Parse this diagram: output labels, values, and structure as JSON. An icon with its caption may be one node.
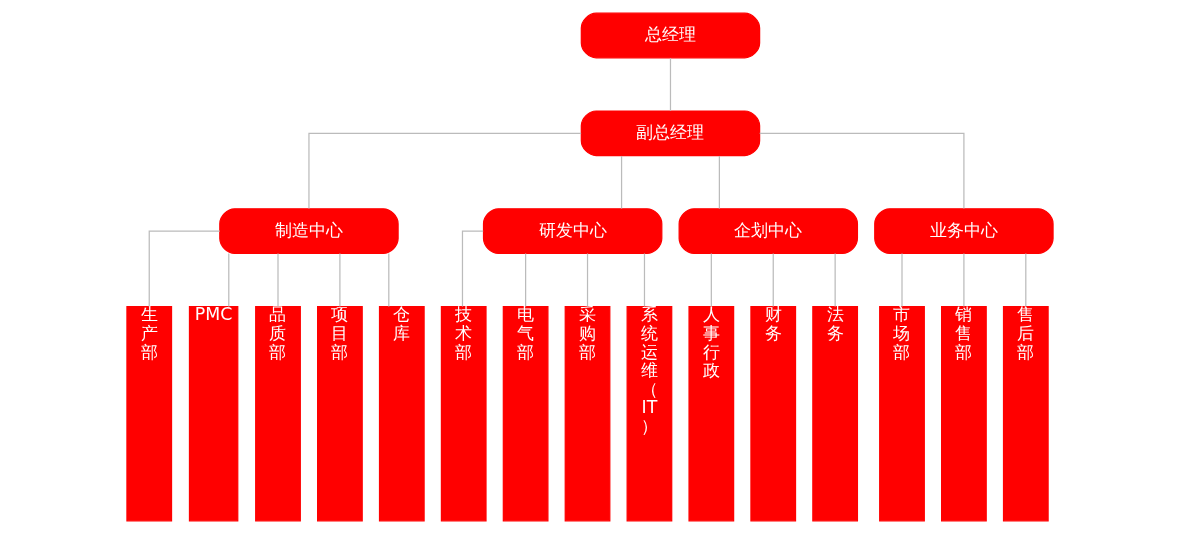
{
  "diagram": {
    "nodes": [
      {
        "text": [
          "总经理"
        ]
      },
      {
        "text": [
          "副总经理"
        ]
      },
      {
        "text": [
          "制造中心"
        ]
      },
      {
        "text": [
          "研发中心"
        ]
      },
      {
        "text": [
          "企划中心"
        ]
      },
      {
        "text": [
          "业务中心"
        ]
      },
      {
        "text": [
          "生产部"
        ]
      },
      {
        "text": [
          "PMC"
        ]
      },
      {
        "text": [
          "品质部"
        ]
      },
      {
        "text": [
          "项目部"
        ]
      },
      {
        "text": [
          "仓库"
        ]
      },
      {
        "text": [
          "技术部"
        ]
      },
      {
        "text": [
          "电气部"
        ]
      },
      {
        "text": [
          "采购部"
        ]
      },
      {
        "text": [
          "系统运维（IT）"
        ]
      },
      {
        "text": [
          "人事行政"
        ]
      },
      {
        "text": [
          "财务"
        ]
      },
      {
        "text": [
          "法务"
        ]
      },
      {
        "text": [
          "市场部"
        ]
      },
      {
        "text": [
          "销售部"
        ]
      },
      {
        "text": [
          "售后部"
        ]
      }
    ],
    "edges": [
      {
        "from": 0,
        "to": 1,
        "arrow": "none"
      },
      {
        "from": 1,
        "to": 2,
        "arrow": "none"
      },
      {
        "from": 1,
        "to": 3,
        "arrow": "none"
      },
      {
        "from": 1,
        "to": 4,
        "arrow": "none"
      },
      {
        "from": 1,
        "to": 5,
        "arrow": "none"
      },
      {
        "from": 2,
        "to": 6,
        "arrow": "none"
      },
      {
        "from": 2,
        "to": 7,
        "arrow": "none"
      },
      {
        "from": 2,
        "to": 8,
        "arrow": "none"
      },
      {
        "from": 2,
        "to": 9,
        "arrow": "none"
      },
      {
        "from": 2,
        "to": 10,
        "arrow": "none"
      },
      {
        "from": 3,
        "to": 11,
        "arrow": "none"
      },
      {
        "from": 3,
        "to": 12,
        "arrow": "none"
      },
      {
        "from": 3,
        "to": 13,
        "arrow": "none"
      },
      {
        "from": 3,
        "to": 14,
        "arrow": "none"
      },
      {
        "from": 4,
        "to": 15,
        "arrow": "none"
      },
      {
        "from": 4,
        "to": 16,
        "arrow": "none"
      },
      {
        "from": 4,
        "to": 17,
        "arrow": "none"
      },
      {
        "from": 5,
        "to": 18,
        "arrow": "none"
      },
      {
        "from": 5,
        "to": 19,
        "arrow": "none"
      },
      {
        "from": 5,
        "to": 20,
        "arrow": "none"
      }
    ]
  }
}
